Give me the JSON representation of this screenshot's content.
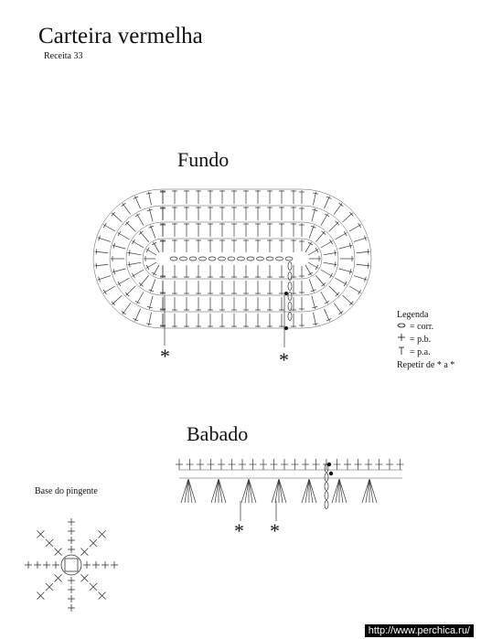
{
  "title": "Carteira vermelha",
  "subtitle": "Receita 33",
  "sections": {
    "fundo": "Fundo",
    "babado": "Babado",
    "base": "Base do pingente"
  },
  "legend": {
    "heading": "Legenda",
    "items": [
      {
        "symbol": "chain-stitch-icon",
        "text": "= corr."
      },
      {
        "symbol": "single-crochet-icon",
        "text": "= p.b."
      },
      {
        "symbol": "half-double-crochet-icon",
        "text": "= p.a."
      }
    ],
    "repeat": "Repetir de * a *"
  },
  "markers": {
    "repeat_symbol": "*"
  },
  "watermark": "http://www.perchica.ru/"
}
